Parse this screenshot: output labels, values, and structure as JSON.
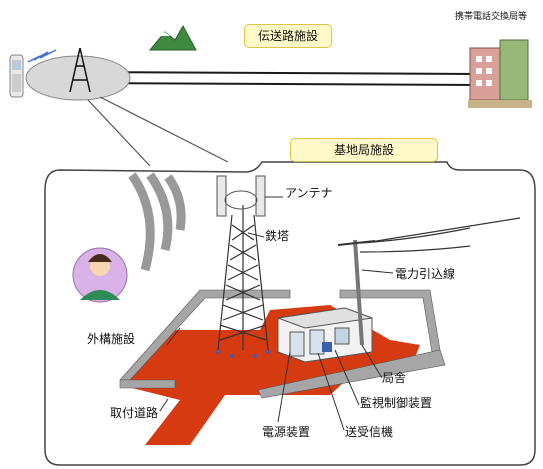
{
  "top": {
    "transmission_label": "伝送路施設",
    "exchange_label": "携帯電話交換局等"
  },
  "base_station": {
    "section_label": "基地局施設",
    "antenna": "アンテナ",
    "tower": "鉄塔",
    "power_line": "電力引込線",
    "exterior": "外構施設",
    "building": "局舎",
    "monitor_control": "監視制御装置",
    "access_road": "取付道路",
    "power_unit": "電源装置",
    "transceiver": "送受信機"
  },
  "colors": {
    "ground": "#d63a10",
    "wall": "#9a9a9a",
    "callout_bg": "#fff9c8",
    "callout_border": "#e2c24a"
  }
}
